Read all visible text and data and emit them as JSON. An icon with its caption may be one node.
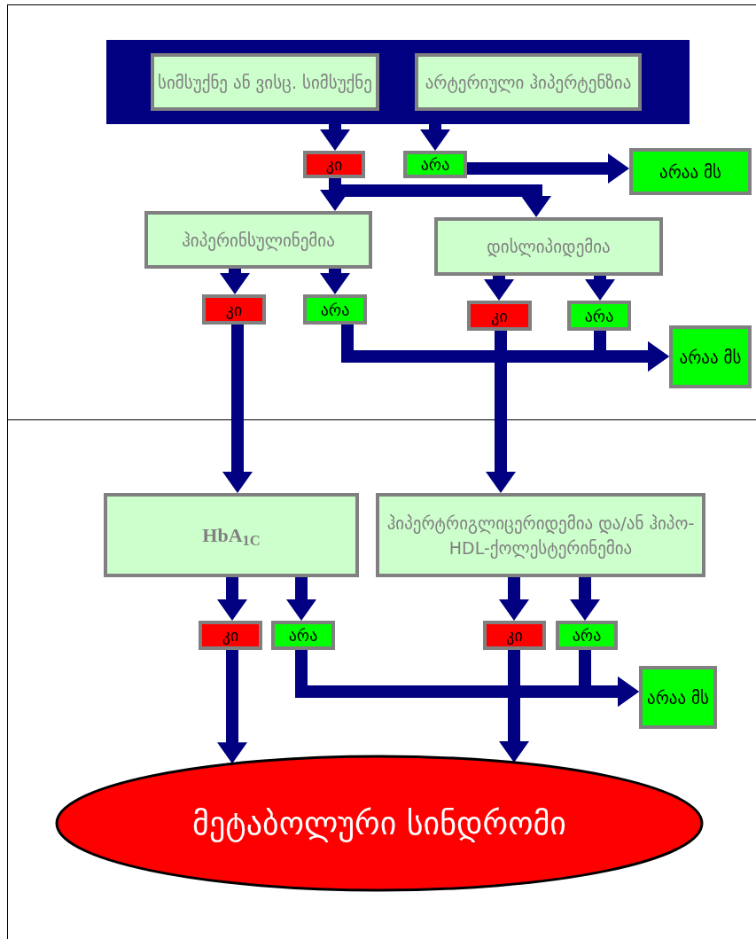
{
  "diagram": {
    "nodes": [
      {
        "text": [],
        "shape": "box"
      },
      {
        "text": [
          "სიმსუქნე ან ვისც. სიმსუქნე"
        ],
        "in": 0
      },
      {
        "text": [
          "არტერიული ჰიპერტენზია"
        ],
        "in": 0
      },
      {
        "text": [
          "კი"
        ]
      },
      {
        "text": [
          "არა"
        ]
      },
      {
        "text": [
          "არაა მს"
        ]
      },
      {
        "text": [
          "ჰიპერინსულინემია"
        ]
      },
      {
        "text": [
          "დისლიპიდემია"
        ]
      },
      {
        "text": [
          "კი"
        ]
      },
      {
        "text": [
          "არა"
        ]
      },
      {
        "text": [
          "კი"
        ]
      },
      {
        "text": [
          "არა"
        ]
      },
      {
        "text": [
          "არაა მს"
        ]
      },
      {
        "text": [
          "HbA$_{1C}$"
        ]
      },
      {
        "text": [
          "ჰიპერტრიგლიცერიდემია და/ან ჰიპო-HDL-ქოლესტერინემია"
        ]
      },
      {
        "text": [
          "კი"
        ]
      },
      {
        "text": [
          "არა"
        ]
      },
      {
        "text": [
          "კი"
        ]
      },
      {
        "text": [
          "არა"
        ]
      },
      {
        "text": [
          "არაა მს"
        ]
      },
      {
        "text": [
          "მეტაბოლური სინდრომი"
        ]
      }
    ],
    "edges": [
      {
        "from": 1,
        "to": 3,
        "arrow": "to"
      },
      {
        "from": 2,
        "to": 4,
        "arrow": "to"
      },
      {
        "from": 4,
        "to": 5,
        "arrow": "to"
      },
      {
        "from": 3,
        "to": 6,
        "arrow": "to"
      },
      {
        "from": 3,
        "to": 7,
        "arrow": "to"
      },
      {
        "from": 6,
        "to": 8,
        "arrow": "to"
      },
      {
        "from": 6,
        "to": 9,
        "arrow": "to"
      },
      {
        "from": 7,
        "to": 10,
        "arrow": "to"
      },
      {
        "from": 7,
        "to": 11,
        "arrow": "to"
      },
      {
        "from": 9,
        "to": 12,
        "arrow": "to"
      },
      {
        "from": 11,
        "to": 12,
        "arrow": "to"
      },
      {
        "from": 8,
        "to": 13,
        "arrow": "to"
      },
      {
        "from": 10,
        "to": 14,
        "arrow": "to"
      },
      {
        "from": 13,
        "to": 15,
        "arrow": "to"
      },
      {
        "from": 13,
        "to": 16,
        "arrow": "to"
      },
      {
        "from": 14,
        "to": 17,
        "arrow": "to"
      },
      {
        "from": 14,
        "to": 18,
        "arrow": "to"
      },
      {
        "from": 16,
        "to": 19,
        "arrow": "to"
      },
      {
        "from": 18,
        "to": 19,
        "arrow": "to"
      },
      {
        "from": 15,
        "to": 20,
        "arrow": "to"
      },
      {
        "from": 17,
        "to": 20,
        "arrow": "to"
      }
    ]
  }
}
